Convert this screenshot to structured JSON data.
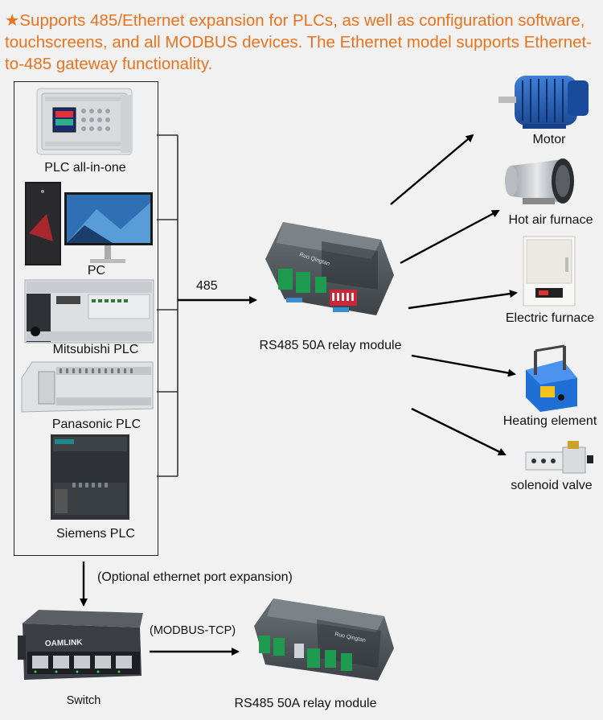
{
  "headline": "★Supports 485/Ethernet expansion for PLCs, as well as configuration software, touchscreens, and all MODBUS devices. The Ethernet model supports Ethernet-to-485 gateway functionality.",
  "controllers": [
    "PLC all-in-one",
    "PC",
    "Mitsubishi PLC",
    "Panasonic PLC",
    "Siemens PLC"
  ],
  "link_485": "485",
  "module_label": "RS485 50A relay  module",
  "loads": [
    "Motor",
    "Hot air furnace",
    "Electric furnace",
    "Heating element",
    "solenoid valve"
  ],
  "optional_label": "(Optional ethernet port expansion)",
  "switch_brand": "OAMLINK",
  "switch_label": "Switch",
  "modbus_label": "(MODBUS-TCP)",
  "module2_label": "RS485 50A relay module",
  "module_brand": "Ruo Qingtan",
  "colors": {
    "headline": "#e8731e",
    "module_body": "#4a5156",
    "terminal": "#1e9b4e",
    "switch_body": "#3b3f45"
  }
}
